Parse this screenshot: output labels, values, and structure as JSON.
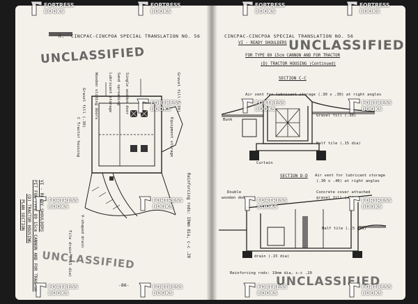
{
  "left_page": {
    "header": "CINCPAC-CINCPOA SPECIAL TRANSLATION NO. 56",
    "header_prefix": "R.",
    "stamp": "UNCLASSIFIED",
    "stamp_bottom": "UNCLASSIFIED",
    "title_lines": [
      "VI - READY SHOULDERS",
      "PIT FOR TYPE 89 15cm CANNON AND FOR TRACTOR",
      "(D) TRACTOR HOUSING",
      "PLAN SECTION"
    ],
    "labels": {
      "wooden_sliding_doors": "Wooden sliding doors",
      "lubricant_storage": "Lubricant storage",
      "sand_spreading": "Sand spreading",
      "single_wooden_door": "Single wooden door",
      "gravel_fill_a": "Gravel fill (.30)",
      "gravel_fill_b": "Gravel fill (.30)",
      "tractor_housing": "C Tractor housing",
      "equipment_storage": "Equipment storage",
      "tile_drain": "Tile drain (.15 dia)",
      "v_shaped_drain": "V-shaped drain",
      "reinforcing_rods": "Reinforcing rods: 19mm dia, c-c .20"
    },
    "page_number": "-86-"
  },
  "right_page": {
    "header": "CINCPAC-CINCPOA SPECIAL TRANSLATION NO. 56",
    "section_heading": "VI - READY SHOULDERS",
    "stamp": "UNCLASSIFIED",
    "stamp_bottom": "UNCLASSIFIED",
    "subtitle": "FOR TYPE 89 15cm CANNON AND FOR TRACTOR",
    "subsubtitle": "(D) TRACTOR HOUSING (Continued)",
    "section_cc": {
      "title": "SECTION C-C",
      "vent": "Air vent for lubricant storage (.30 x .30) at right angles",
      "bunk": "Bunk",
      "gravel_fill": "Gravel fill (.30)",
      "half_tile": "Half tile (.15 dia)",
      "curtain": "Curtain"
    },
    "section_dd": {
      "title": "SECTION D-D",
      "vent_line1": "Air vent for lubricant storage",
      "vent_line2": "(.30 x .40) at right angles",
      "double_door_line1": "Double",
      "double_door_line2": "wooden door",
      "concrete_cover_line1": "Concrete cover attached",
      "concrete_cover_line2": "gravel fill (.30)",
      "half_tile": "Half tile (.15 dia)",
      "tile_drain": "Tile drain (.15 dia)",
      "reinforcing_rods": "Reinforcing rods: 19mm dia, c-c .20"
    }
  },
  "watermark": {
    "line1": "FORTRESS",
    "line2": "BOOKS"
  }
}
